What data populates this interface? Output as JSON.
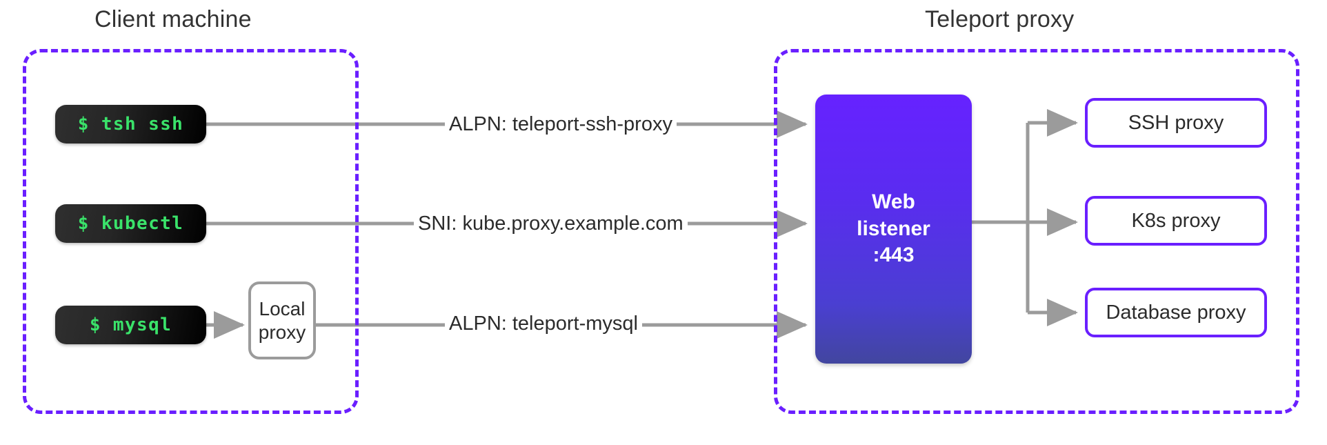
{
  "diagram": {
    "title_client": "Client machine",
    "title_proxy": "Teleport proxy",
    "colors": {
      "zone_border": "#6a1fff",
      "listener_gradient_top": "#6622ff",
      "listener_gradient_bottom": "#42469f",
      "terminal_text": "#3ae36a",
      "terminal_bg": "#1a1a1a",
      "connector": "#9b9b9b",
      "text": "#2b2b2b"
    }
  },
  "client": {
    "terminals": [
      {
        "name": "tsh-ssh",
        "command": "$ tsh ssh"
      },
      {
        "name": "kubectl",
        "command": "$ kubectl"
      },
      {
        "name": "mysql",
        "command": "$ mysql"
      }
    ],
    "local_proxy": {
      "line1": "Local",
      "line2": "proxy"
    }
  },
  "connections": [
    {
      "name": "alpn-ssh",
      "label": "ALPN: teleport-ssh-proxy",
      "from": "tsh ssh",
      "to": "Web listener :443"
    },
    {
      "name": "sni-kube",
      "label": "SNI: kube.proxy.example.com",
      "from": "kubectl",
      "to": "Web listener :443"
    },
    {
      "name": "alpn-mysql",
      "label": "ALPN: teleport-mysql",
      "from": "Local proxy",
      "to": "Web listener :443"
    }
  ],
  "proxy": {
    "listener": {
      "line1": "Web",
      "line2": "listener",
      "line3": ":443"
    },
    "backends": [
      {
        "name": "ssh-proxy",
        "label": "SSH proxy"
      },
      {
        "name": "k8s-proxy",
        "label": "K8s proxy"
      },
      {
        "name": "database-proxy",
        "label": "Database proxy"
      }
    ]
  }
}
